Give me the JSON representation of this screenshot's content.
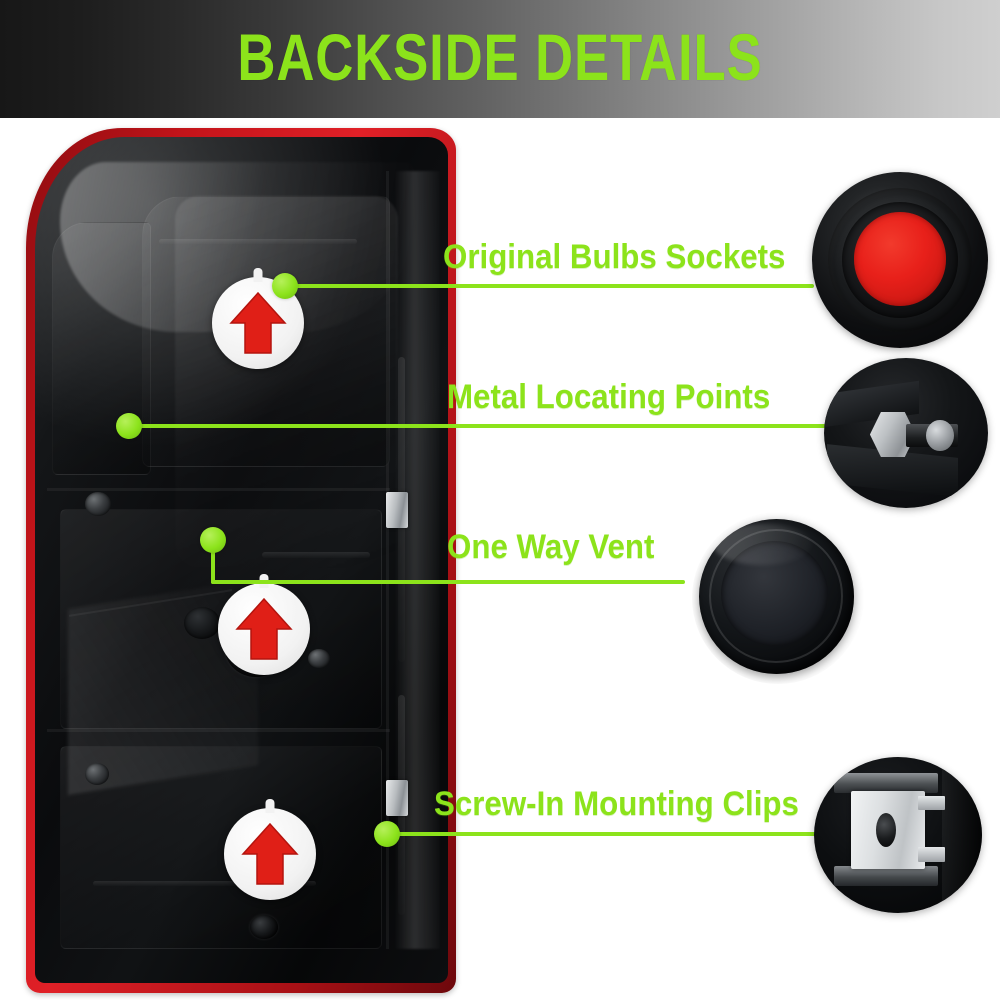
{
  "header": {
    "title": "BACKSIDE DETAILS",
    "title_color": "#8CE31B",
    "gradient_from": "#171717",
    "gradient_to": "#cfcfcf"
  },
  "product": {
    "name": "tail-light-housing-backside",
    "trim_color": "#e02027",
    "body_color": "#0a0b0d"
  },
  "accent": {
    "green": "#8CE31B",
    "red": "#e8201a",
    "metal": "#dcdfe1"
  },
  "callouts": [
    {
      "id": "original-bulbs-sockets",
      "label": "Original Bulbs Sockets",
      "detail": "black round bulb socket with red center"
    },
    {
      "id": "metal-locating-points",
      "label": "Metal Locating Points",
      "detail": "silver hex stud locating pin"
    },
    {
      "id": "one-way-vent",
      "label": "One Way Vent",
      "detail": "black round rubber vent cap"
    },
    {
      "id": "screw-in-mounting-clips",
      "label": "Screw-In Mounting Clips",
      "detail": "metal clip plate with oval hole"
    }
  ],
  "arrow_badges": [
    {
      "id": "arrow-badge-top",
      "direction": "up",
      "color": "#e01f17"
    },
    {
      "id": "arrow-badge-middle",
      "direction": "up",
      "color": "#e01f17"
    },
    {
      "id": "arrow-badge-bottom",
      "direction": "up",
      "color": "#e01f17"
    }
  ]
}
